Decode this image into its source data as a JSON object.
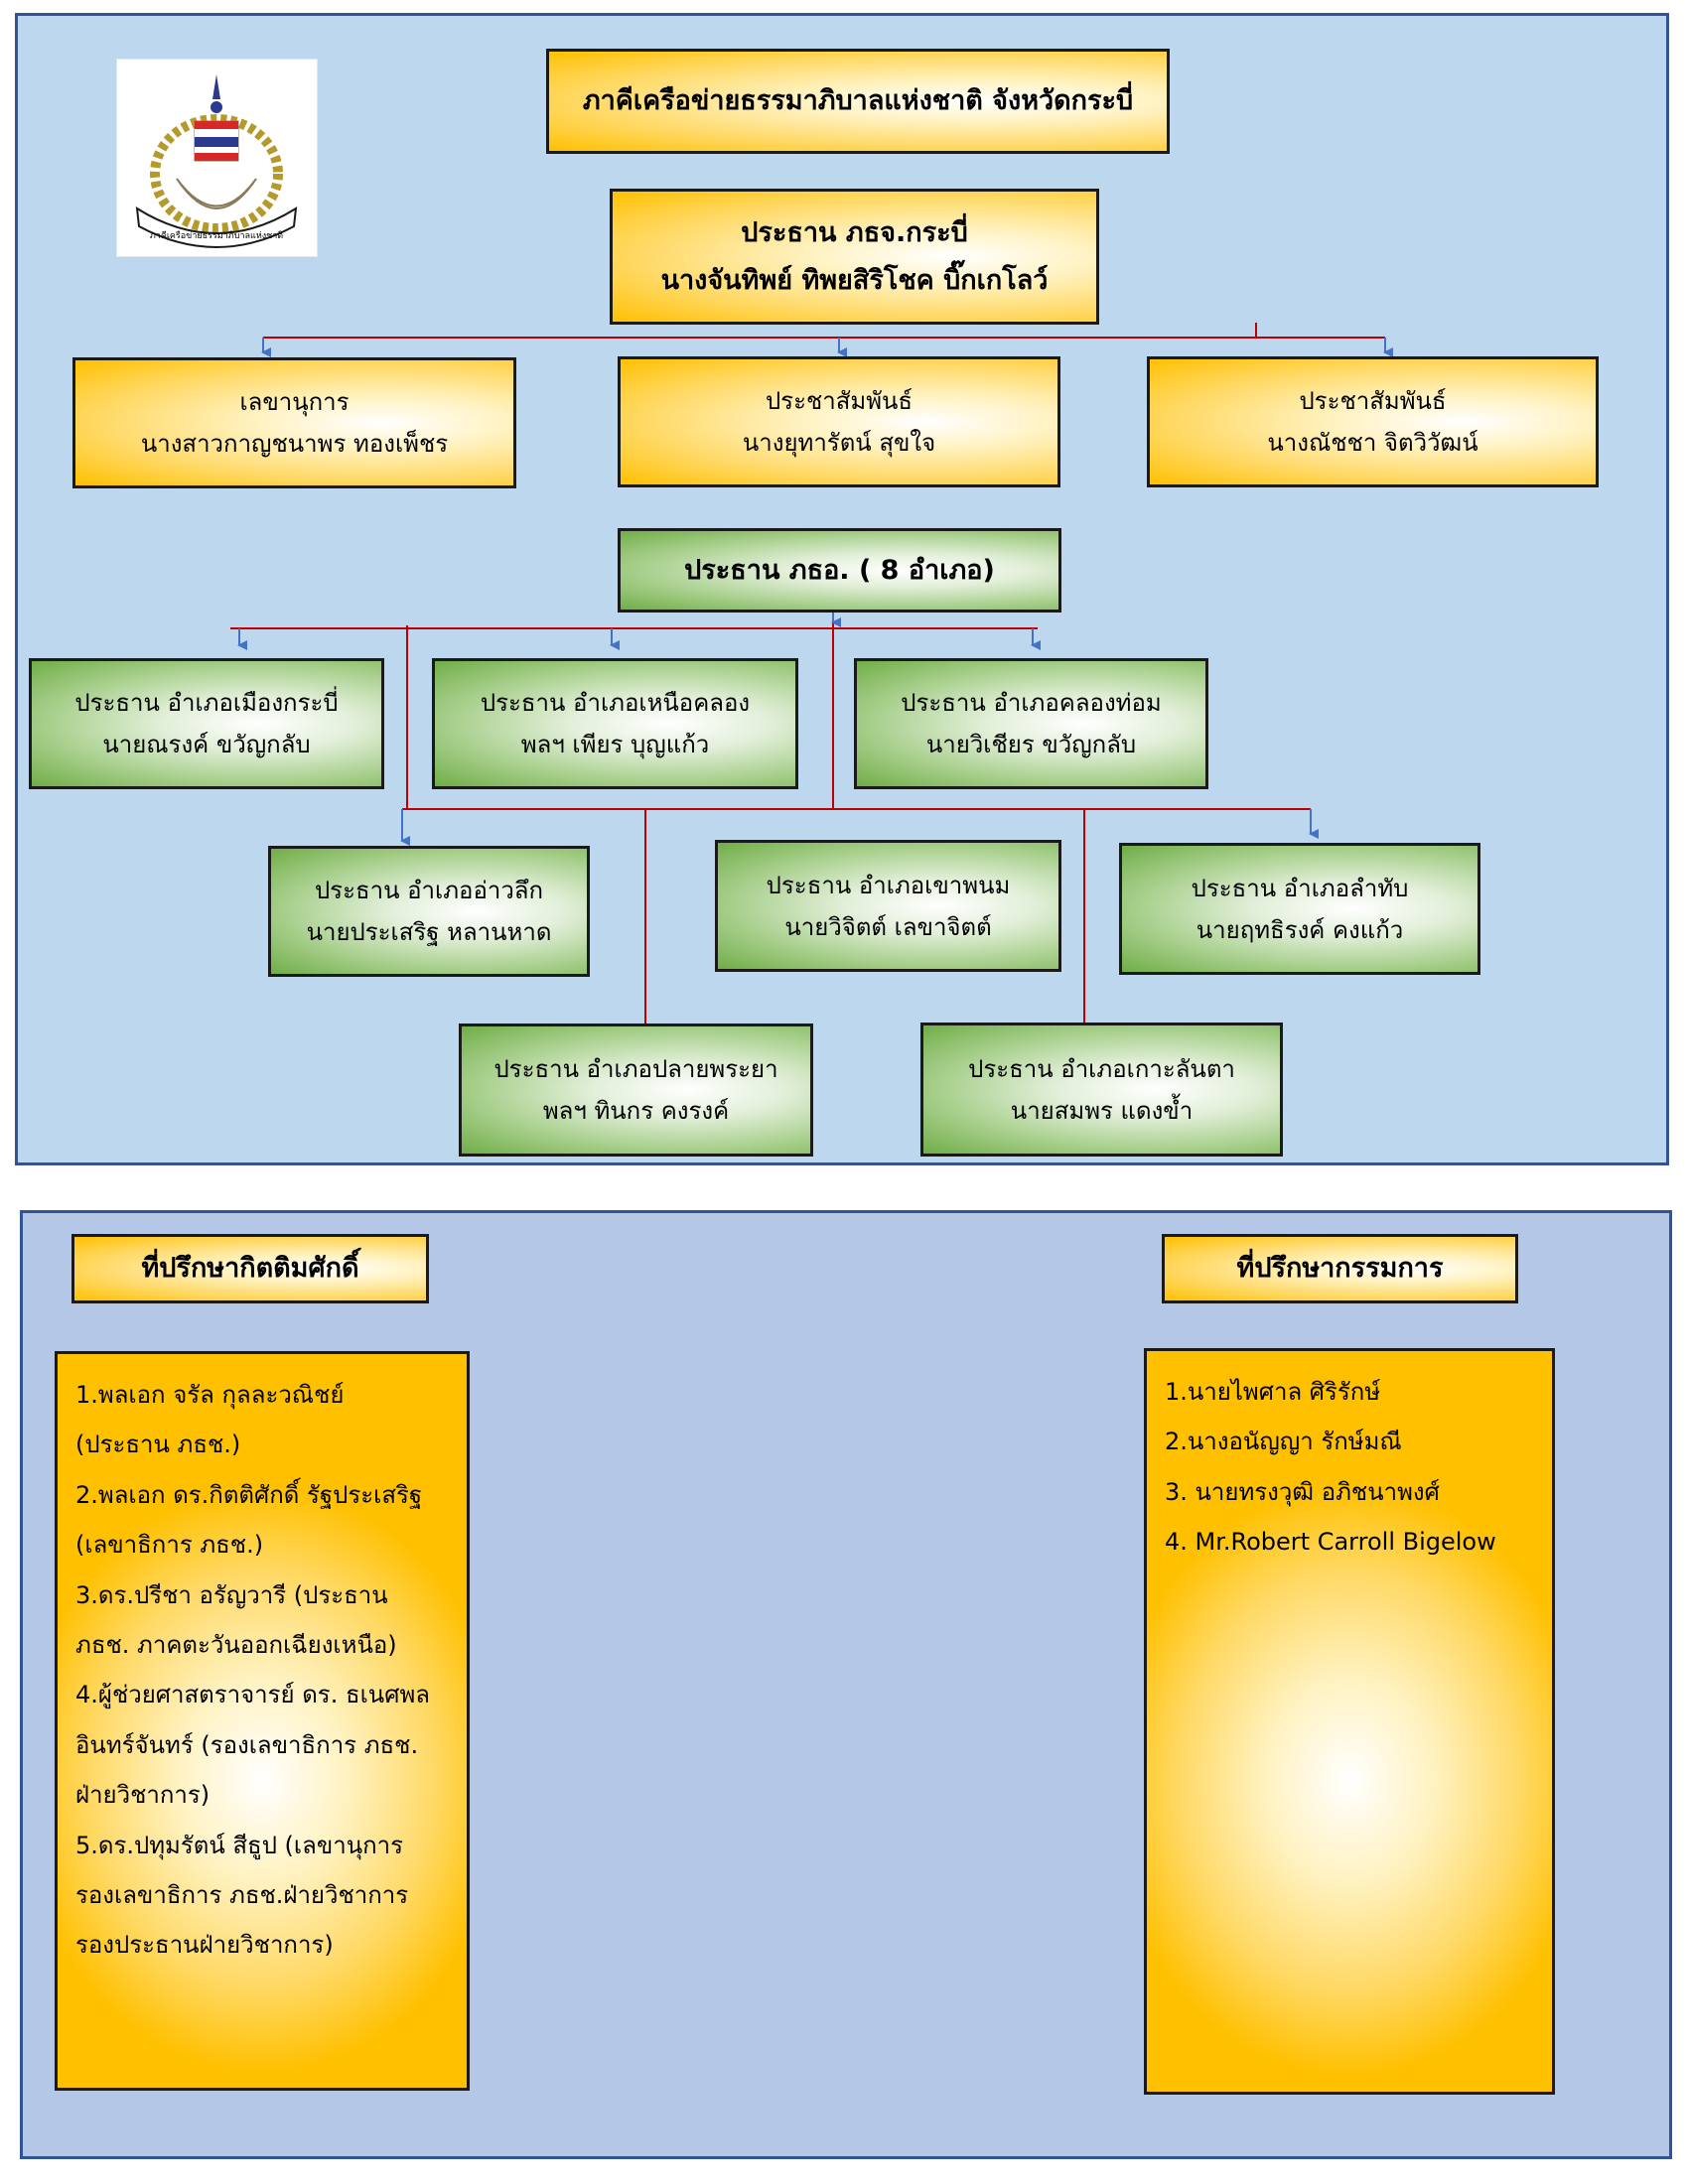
{
  "logo": {
    "text": "ภาคีเครือข่ายธรรมาภิบาลแห่งชาติ"
  },
  "title": "ภาคีเครือข่ายธรรมาภิบาลแห่งชาติ จังหวัดกระบี่",
  "chair": {
    "role": "ประธาน ภธจ.กระบี่",
    "name": "นางจันทิพย์ ทิพยสิริโชค บิ๊กเกโลว์"
  },
  "officers": [
    {
      "role": "เลขานุการ",
      "name": "นางสาวกาญชนาพร ทองเพ็ชร"
    },
    {
      "role": "ประชาสัมพันธ์",
      "name": "นางยุทารัตน์  สุขใจ"
    },
    {
      "role": "ประชาสัมพันธ์",
      "name": "นางณัชชา  จิตวิวัฒน์"
    }
  ],
  "district_head": "ประธาน ภธอ. ( 8 อำเภอ)",
  "districts": [
    {
      "role": "ประธาน อำเภอเมืองกระบี่",
      "name": "นายณรงค์ ขวัญกลับ"
    },
    {
      "role": "ประธาน อำเภอเหนือคลอง",
      "name": "พลฯ เพียร  บุญแก้ว"
    },
    {
      "role": "ประธาน อำเภอคลองท่อม",
      "name": "นายวิเชียร ขวัญกลับ"
    },
    {
      "role": "ประธาน อำเภออ่าวลึก",
      "name": "นายประเสริฐ  หลานหาด"
    },
    {
      "role": "ประธาน อำเภอเขาพนม",
      "name": "นายวิจิตต์  เลขาจิตต์"
    },
    {
      "role": "ประธาน อำเภอลำทับ",
      "name": "นายฤทธิรงค์  คงแก้ว"
    },
    {
      "role": "ประธาน อำเภอปลายพระยา",
      "name": "พลฯ ทินกร  คงรงค์"
    },
    {
      "role": "ประธาน อำเภอเกาะลันตา",
      "name": "นายสมพร  แดงข้ำ"
    }
  ],
  "honorary_advisors": {
    "title": "ที่ปรึกษากิตติมศักดิ์",
    "lines": [
      "1.พลเอก จรัล กุลละวณิชย์",
      "(ประธาน ภธช.)",
      "2.พลเอก ดร.กิตติศักดิ์ รัฐประเสริฐ",
      "(เลขาธิการ ภธช.)",
      "3.ดร.ปรีชา  อรัญวารี (ประธาน",
      "ภธช. ภาคตะวันออกเฉียงเหนือ)",
      "4.ผู้ช่วยศาสตราจารย์ ดร. ธเนศพล",
      "อินทร์จันทร์ (รองเลขาธิการ ภธช.",
      "ฝ่ายวิชาการ)",
      "5.ดร.ปทุมรัตน์  สีธูป  (เลขานุการ",
      "รองเลขาธิการ ภธช.ฝ่ายวิชาการ",
      "รองประธานฝ่ายวิชาการ)"
    ]
  },
  "committee_advisors": {
    "title": "ที่ปรึกษากรรมการ",
    "lines": [
      "1.นายไพศาล  ศิริรักษ์",
      "2.นางอนัญญา  รักษ์มณี",
      "3. นายทรงวุฒิ อภิชนาพงศ์",
      "4. Mr.Robert Carroll Bigelow"
    ]
  },
  "colors": {
    "gold": "#ffc000",
    "green": "#70ad47",
    "panel_top": "#bdd7ee",
    "panel_bottom": "#b4c7e7",
    "connector": "#c00000",
    "arrow": "#4472c4"
  }
}
